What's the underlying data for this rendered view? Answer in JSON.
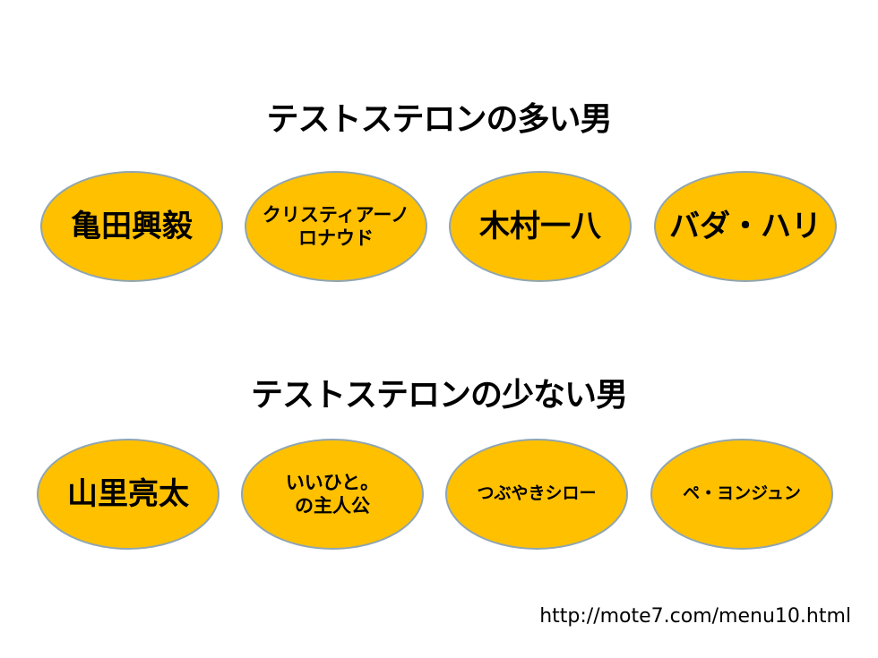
{
  "sections": [
    {
      "title": "テストステロンの多い男",
      "items": [
        {
          "lines": [
            "亀田興毅"
          ]
        },
        {
          "lines": [
            "クリスティアーノ",
            "ロナウド"
          ]
        },
        {
          "lines": [
            "木村一八"
          ]
        },
        {
          "lines": [
            "バダ・ハリ"
          ]
        }
      ]
    },
    {
      "title": "テストステロンの少ない男",
      "items": [
        {
          "lines": [
            "山里亮太"
          ]
        },
        {
          "lines": [
            "いいひと。",
            "の主人公"
          ]
        },
        {
          "lines": [
            "つぶやきシロー"
          ]
        },
        {
          "lines": [
            "ペ・ヨンジュン"
          ]
        }
      ]
    }
  ],
  "source_url": "http://mote7.com/menu10.html",
  "colors": {
    "ellipse_fill": "#FFC000",
    "ellipse_border": "#8FA5B2"
  }
}
